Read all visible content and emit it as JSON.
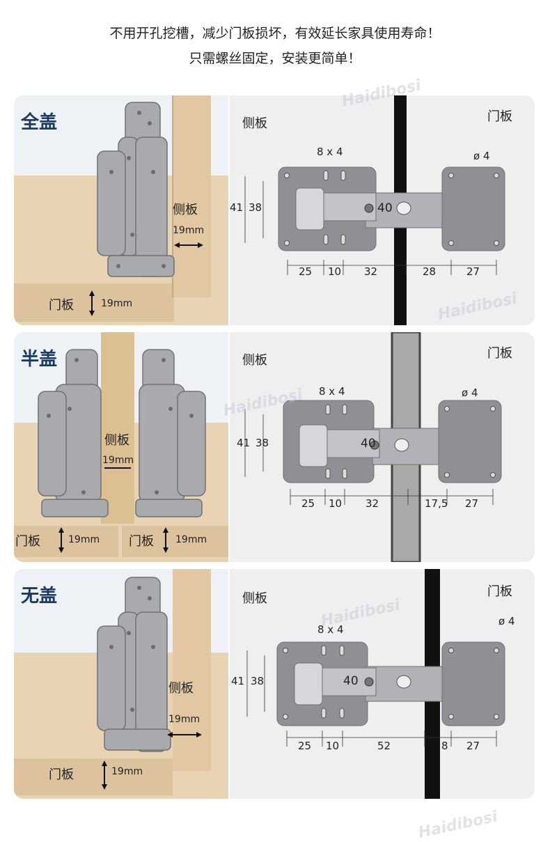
{
  "header": {
    "line1": "不用开孔挖槽，减少门板损坏，有效延长家具使用寿命！",
    "line2": "只需螺丝固定，安装更简单！"
  },
  "watermark": "Haidibosi",
  "sections": [
    {
      "title": "全盖",
      "photo": {
        "side_label": "侧板",
        "side_dim": "19mm",
        "door_label": "门板",
        "door_dim": "19mm"
      },
      "diagram": {
        "side_label": "侧板",
        "door_label": "门板",
        "slot": "8 x 4",
        "hole": "ø 4",
        "h1": "41",
        "h2": "38",
        "center": "40",
        "dims": [
          "25",
          "10",
          "32",
          "28",
          "27"
        ]
      }
    },
    {
      "title": "半盖",
      "photo": {
        "side_label": "侧板",
        "side_dim": "19mm",
        "door_label": "门板",
        "door_dim": "19mm",
        "door_label_2": "门板",
        "door_dim_2": "19mm"
      },
      "diagram": {
        "side_label": "侧板",
        "door_label": "门板",
        "slot": "8 x 4",
        "hole": "ø 4",
        "h1": "41",
        "h2": "38",
        "center": "40",
        "dims": [
          "25",
          "10",
          "32",
          "17,5",
          "27"
        ]
      }
    },
    {
      "title": "无盖",
      "photo": {
        "side_label": "侧板",
        "side_dim": "19mm",
        "door_label": "门板",
        "door_dim": "19mm"
      },
      "diagram": {
        "side_label": "侧板",
        "door_label": "门板",
        "slot": "8 x 4",
        "hole": "ø 4",
        "h1": "41",
        "h2": "38",
        "center": "40",
        "dims": [
          "25",
          "10",
          "52",
          "8",
          "27"
        ]
      }
    }
  ],
  "colors": {
    "title": "#1b3b66",
    "panel": "#efefef",
    "wood": "#e6cfae",
    "metal": "#a7a9ad",
    "plate": "#8f9094"
  }
}
